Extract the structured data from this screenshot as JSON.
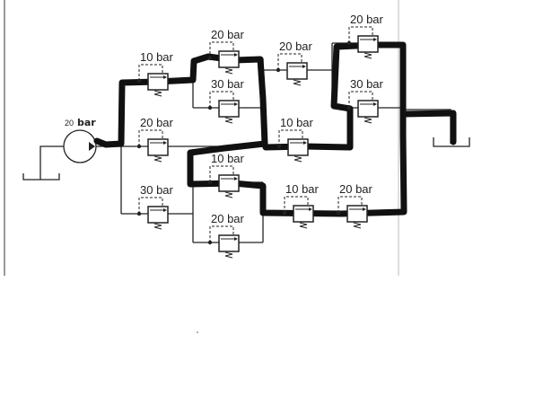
{
  "pump": {
    "label_value": "20",
    "label_unit": "bar"
  },
  "valves": [
    {
      "id": "v1",
      "label": "10 bar"
    },
    {
      "id": "v2",
      "label": "20 bar"
    },
    {
      "id": "v3",
      "label": "30 bar"
    },
    {
      "id": "v4",
      "label": "20 bar"
    },
    {
      "id": "v5",
      "label": "10 bar"
    },
    {
      "id": "v6",
      "label": "30 bar"
    },
    {
      "id": "v7",
      "label": "20 bar"
    },
    {
      "id": "v8",
      "label": "20 bar"
    },
    {
      "id": "v9",
      "label": "10 bar"
    },
    {
      "id": "v10",
      "label": "20 bar"
    },
    {
      "id": "v11",
      "label": "30 bar"
    },
    {
      "id": "v12",
      "label": "10 bar"
    },
    {
      "id": "v13",
      "label": "20 bar"
    }
  ],
  "colors": {
    "line": "#222222",
    "highlight": "#111111",
    "frame": "#bbbbbb"
  }
}
